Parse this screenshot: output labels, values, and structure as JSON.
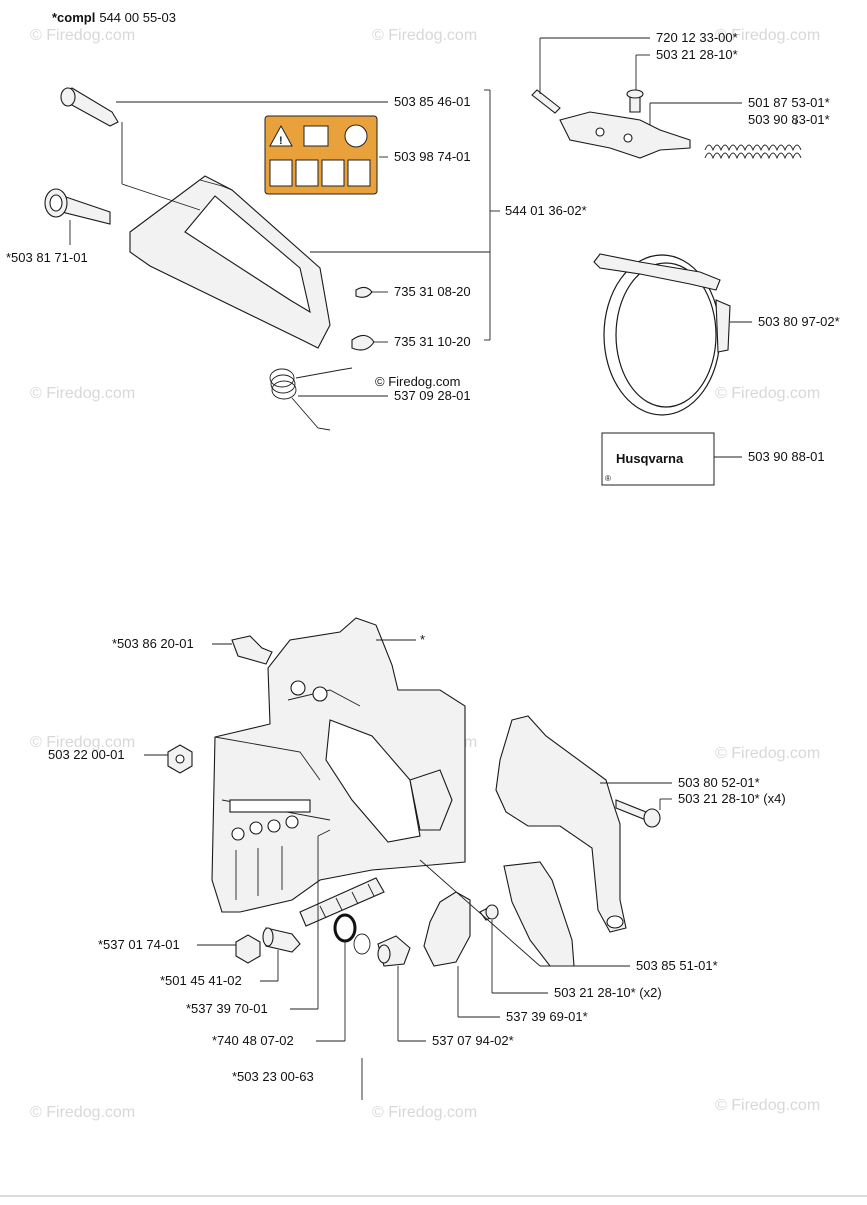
{
  "header": {
    "compl_prefix": "*compl",
    "compl_number": "544 00 55-03"
  },
  "watermark": {
    "text": "© Firedog.com"
  },
  "decal_brand": {
    "text": "Husqvarna"
  },
  "top_labels": [
    "503 85 46-01",
    "503 98 74-01",
    "544 01 36-02*",
    "*503 81 71-01",
    "735 31 08-20",
    "735 31 10-20",
    "537 09 28-01",
    "720 12 33-00*",
    "503 21 28-10*",
    "501 87 53-01*",
    "503 90 83-01*",
    "503 80 97-02*",
    "503 90 88-01"
  ],
  "bottom_labels": [
    "*503 86 20-01",
    "*",
    "503 22 00-01",
    "503 80 52-01*",
    "503 21 28-10* (x4)",
    "503 85 51-01*",
    "503 21 28-10* (x2)",
    "537 39 69-01*",
    "537 07 94-02*",
    "*537 01 74-01",
    "*501 45 41-02",
    "*537 39 70-01",
    "*740 48 07-02",
    "*503 23 00-63"
  ]
}
